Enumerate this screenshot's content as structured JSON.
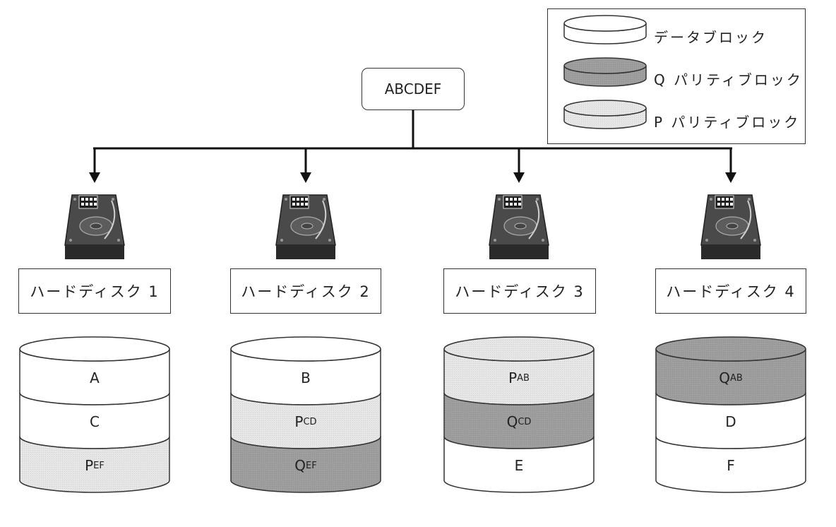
{
  "source_block": "ABCDEF",
  "legend": {
    "items": [
      {
        "label": "データブロック",
        "type": "data"
      },
      {
        "label": "Q パリティブロック",
        "type": "q"
      },
      {
        "label": "P パリティブロック",
        "type": "p"
      }
    ]
  },
  "colors": {
    "data": "#ffffff",
    "q": "#9e9e9e",
    "p": "#e6e6e6",
    "stroke": "#333333"
  },
  "disks": [
    {
      "label": "ハードディスク 1",
      "blocks": [
        {
          "main": "A",
          "sub": "",
          "type": "data"
        },
        {
          "main": "C",
          "sub": "",
          "type": "data"
        },
        {
          "main": "P",
          "sub": "EF",
          "type": "p"
        }
      ]
    },
    {
      "label": "ハードディスク 2",
      "blocks": [
        {
          "main": "B",
          "sub": "",
          "type": "data"
        },
        {
          "main": "P",
          "sub": "CD",
          "type": "p"
        },
        {
          "main": "Q",
          "sub": "EF",
          "type": "q"
        }
      ]
    },
    {
      "label": "ハードディスク 3",
      "blocks": [
        {
          "main": "P",
          "sub": "AB",
          "type": "p"
        },
        {
          "main": "Q",
          "sub": "CD",
          "type": "q"
        },
        {
          "main": "E",
          "sub": "",
          "type": "data"
        }
      ]
    },
    {
      "label": "ハードディスク 4",
      "blocks": [
        {
          "main": "Q",
          "sub": "AB",
          "type": "q"
        },
        {
          "main": "D",
          "sub": "",
          "type": "data"
        },
        {
          "main": "F",
          "sub": "",
          "type": "data"
        }
      ]
    }
  ]
}
